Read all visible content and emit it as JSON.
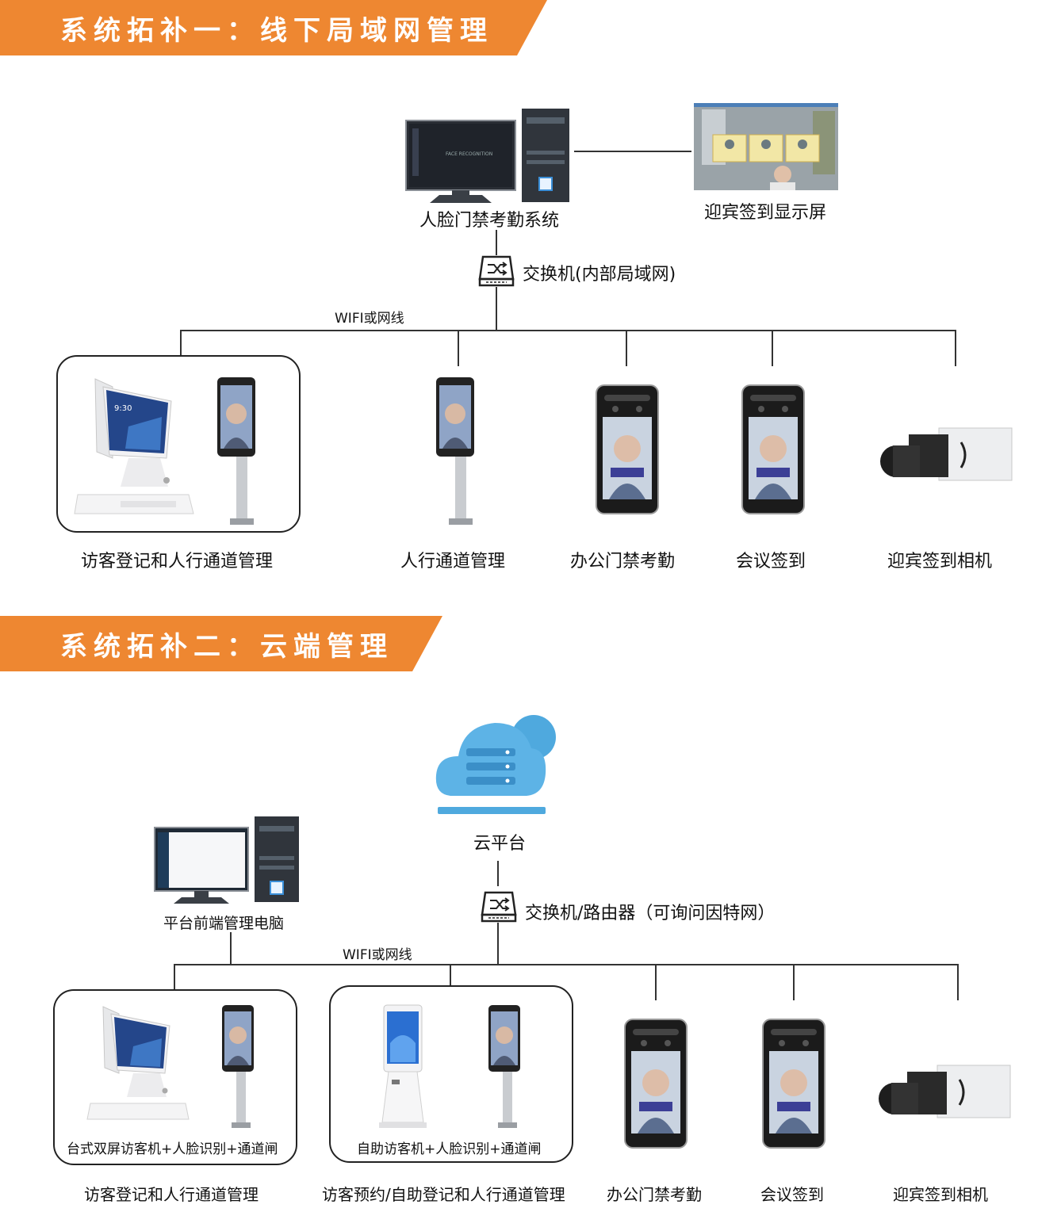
{
  "section1": {
    "title": "系统拓补一：线下局域网管理",
    "pc_label": "人脸门禁考勤系统",
    "screen_label": "迎宾签到显示屏",
    "switch_label": "交换机(内部局域网)",
    "wifi_label": "WIFI或网线",
    "devices": [
      {
        "label": "访客登记和人行通道管理"
      },
      {
        "label": "人行通道管理"
      },
      {
        "label": "办公门禁考勤"
      },
      {
        "label": "会议签到"
      },
      {
        "label": "迎宾签到相机"
      }
    ]
  },
  "section2": {
    "title": "系统拓补二：云端管理",
    "cloud_label": "云平台",
    "pc_label": "平台前端管理电脑",
    "switch_label": "交换机/路由器（可询问因特网）",
    "wifi_label": "WIFI或网线",
    "box1_caption": "台式双屏访客机+人脸识别+通道闸",
    "box2_caption": "自助访客机+人脸识别+通道闸",
    "devices": [
      {
        "label": "访客登记和人行通道管理"
      },
      {
        "label": "访客预约/自助登记和人行通道管理"
      },
      {
        "label": "办公门禁考勤"
      },
      {
        "label": "会议签到"
      },
      {
        "label": "迎宾签到相机"
      }
    ]
  },
  "colors": {
    "banner": "#EE8731",
    "cloud": "#4FA9DE",
    "line": "#333333",
    "device_dark": "#1B1B1B"
  }
}
